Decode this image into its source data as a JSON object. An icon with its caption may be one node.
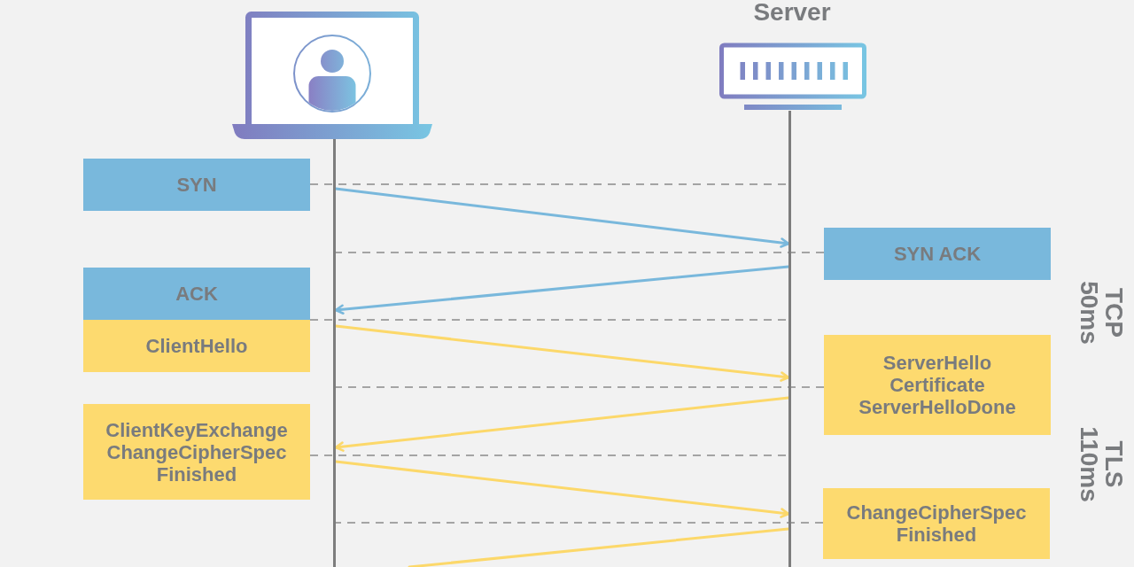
{
  "diagram": {
    "nodes": [
      {
        "text": [],
        "shape": "picture"
      },
      {
        "text": [
          "Server"
        ]
      },
      {
        "text": [],
        "shape": "bar"
      },
      {
        "text": [],
        "shape": "bar"
      },
      {
        "text": [
          "SYN"
        ]
      },
      {
        "text": [
          "SYN ACK"
        ]
      },
      {
        "text": [
          "ACK"
        ]
      },
      {
        "text": [
          "ClientHello"
        ]
      },
      {
        "text": [
          "ServerHello Certificate ServerHelloDone"
        ]
      },
      {
        "text": [
          "ClientKeyExchange ChangeCipherSpec Finished"
        ]
      },
      {
        "text": [
          "ChangeCipherSpec Finished"
        ]
      }
    ],
    "edges": [
      {
        "from": 4,
        "to": 3,
        "arrow": "none",
        "style": "dashed"
      },
      {
        "from": 2,
        "to": 3,
        "arrow": "to",
        "color": "#79b8dc"
      },
      {
        "from": 5,
        "to": 2,
        "arrow": "none",
        "style": "dashed"
      },
      {
        "from": 3,
        "to": 2,
        "arrow": "to",
        "color": "#79b8dc"
      },
      {
        "from": 6,
        "to": 3,
        "arrow": "none",
        "style": "dashed"
      },
      {
        "from": 7,
        "to": 3,
        "arrow": "none",
        "style": "dashed"
      },
      {
        "from": 2,
        "to": 3,
        "arrow": "to",
        "color": "#fcd86a"
      },
      {
        "from": 8,
        "to": 2,
        "arrow": "none",
        "style": "dashed"
      },
      {
        "from": 3,
        "to": 2,
        "arrow": "to",
        "color": "#fcd86a"
      },
      {
        "from": 9,
        "to": 3,
        "arrow": "none",
        "style": "dashed"
      },
      {
        "from": 2,
        "to": 3,
        "arrow": "to",
        "color": "#fcd86a"
      },
      {
        "from": 10,
        "to": 2,
        "arrow": "none",
        "style": "dashed"
      },
      {
        "from": 3,
        "to": null,
        "arrow": "none",
        "color": "#fcd86a"
      }
    ],
    "labels": [
      "TCP 50ms",
      "TLS 110ms"
    ]
  }
}
